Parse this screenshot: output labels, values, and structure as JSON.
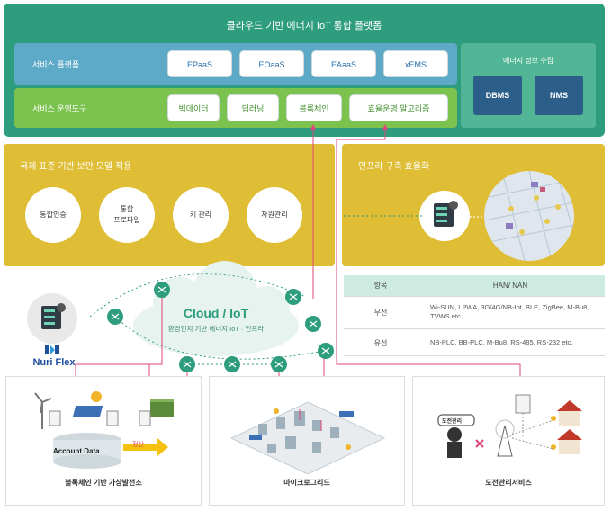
{
  "platform": {
    "title": "클라우드 기반 에너지 IoT 통합 플랫폼",
    "service_platform": {
      "label": "서비스 플랫폼",
      "items": [
        "EPaaS",
        "EOaaS",
        "EAaaS",
        "xEMS"
      ]
    },
    "service_tools": {
      "label": "서비스 운영도구",
      "items": [
        "빅데이터",
        "딥러닝",
        "블록체인",
        "효율운영 알고리즘"
      ]
    },
    "energy_info": {
      "label": "에너지 정보 수집",
      "items": [
        "DBMS",
        "NMS"
      ]
    }
  },
  "security_panel": {
    "title": "국제 표준 기반 보안 모델 적용",
    "items": [
      "통합인증",
      "통합\n프로파일",
      "키 관리",
      "자원관리"
    ]
  },
  "infra_panel": {
    "title": "인프라 구축 효율화"
  },
  "network_table": {
    "headers": [
      "항목",
      "HAN/ NAN"
    ],
    "rows": [
      {
        "type": "무선",
        "value": "Wi-SUN, LPWA, 3G/4G/NB-Iot, BLE, ZigBee, M-Bu8, TVWS etc."
      },
      {
        "type": "유선",
        "value": "NB-PLC, BB-PLC, M-Bu8, RS-485, RS-232 etc."
      }
    ]
  },
  "cloud": {
    "title": "Cloud / IoT",
    "subtitle": "환경인지 기반 에너지 IoT · 인프라"
  },
  "brand": "Nuri Flex",
  "bottom": {
    "vpp": {
      "caption": "블록체인 기반 가상발전소",
      "account_label": "Account Data",
      "settle_label": "정산"
    },
    "microgrid": {
      "caption": "마이크로그리드"
    },
    "theft": {
      "caption": "도전관리서비스",
      "bubble": "도전관리"
    }
  },
  "colors": {
    "platform_green": "#2e9d7d",
    "service_blue": "#5da9c8",
    "tools_green": "#7cc24f",
    "panel_yellow": "#dfbe35",
    "navy": "#2c5e8a",
    "link_red": "#e0457b"
  }
}
